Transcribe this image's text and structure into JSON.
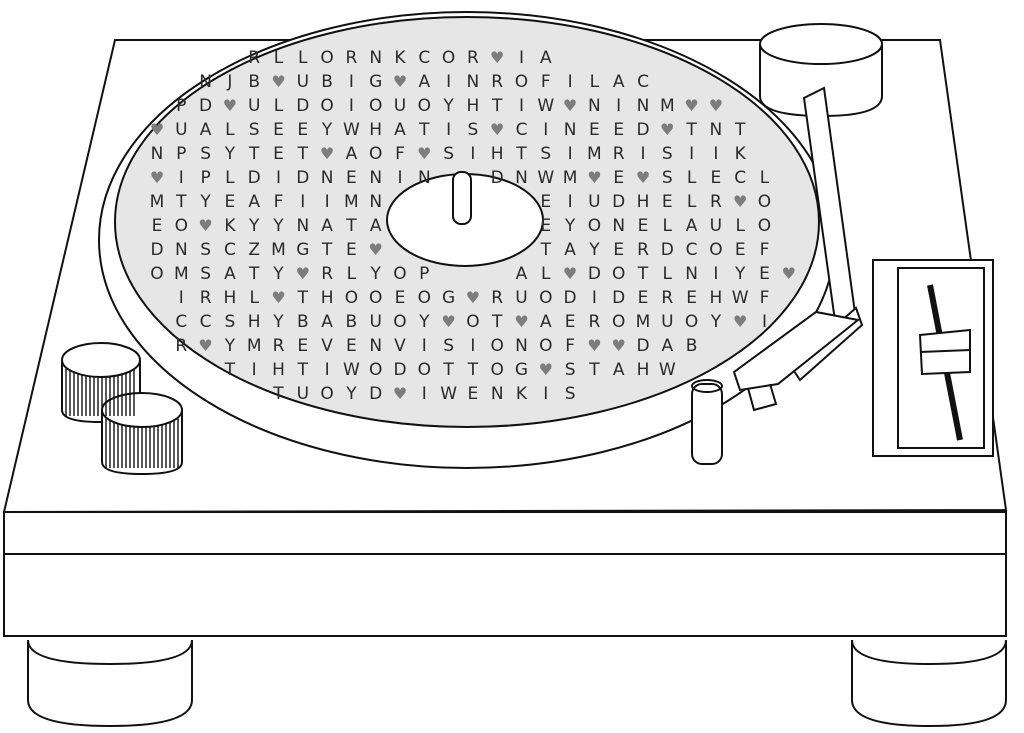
{
  "puzzle": {
    "rows": [
      "    RLLORNKCOR♥IA",
      "  NJB♥UBIG♥AINROFILAC",
      " PD♥ULDOIOUOYHTIW♥NINM♥♥",
      "♥UALSEEYWHATIS♥CINEED♥TNT",
      "NPSYTET♥AOF♥SIHTSIMRISIIK",
      "♥IPLDIDNENIN  DNWM♥E♥SLECL",
      "MTYEAFIIMN      EIUDHELR♥O",
      "EO♥KYYNATA      EYONELAULO",
      "DNSCZMGTE♥      TAYERDCOEF",
      "OMSATY♥RLYOP   AL♥DOTLNIYE♥",
      " IRHL♥THOOEOG♥RUODIDEREHWF",
      " CCSHYBABUOY♥OT♥AEROMUOY♥I",
      " R♥YMREVENVISIONOF♥♥DAB",
      "   TIHTIWODOTTOG♥STAHW",
      "     TUOYD♥IWENKIS"
    ]
  },
  "colors": {
    "record": "#e6e6e6",
    "line": "#111111",
    "letter": "#2a2a2a",
    "heart": "#7d7d7d"
  },
  "icons": {
    "heart": "heart-icon",
    "knob": "knurled-knob-icon"
  }
}
